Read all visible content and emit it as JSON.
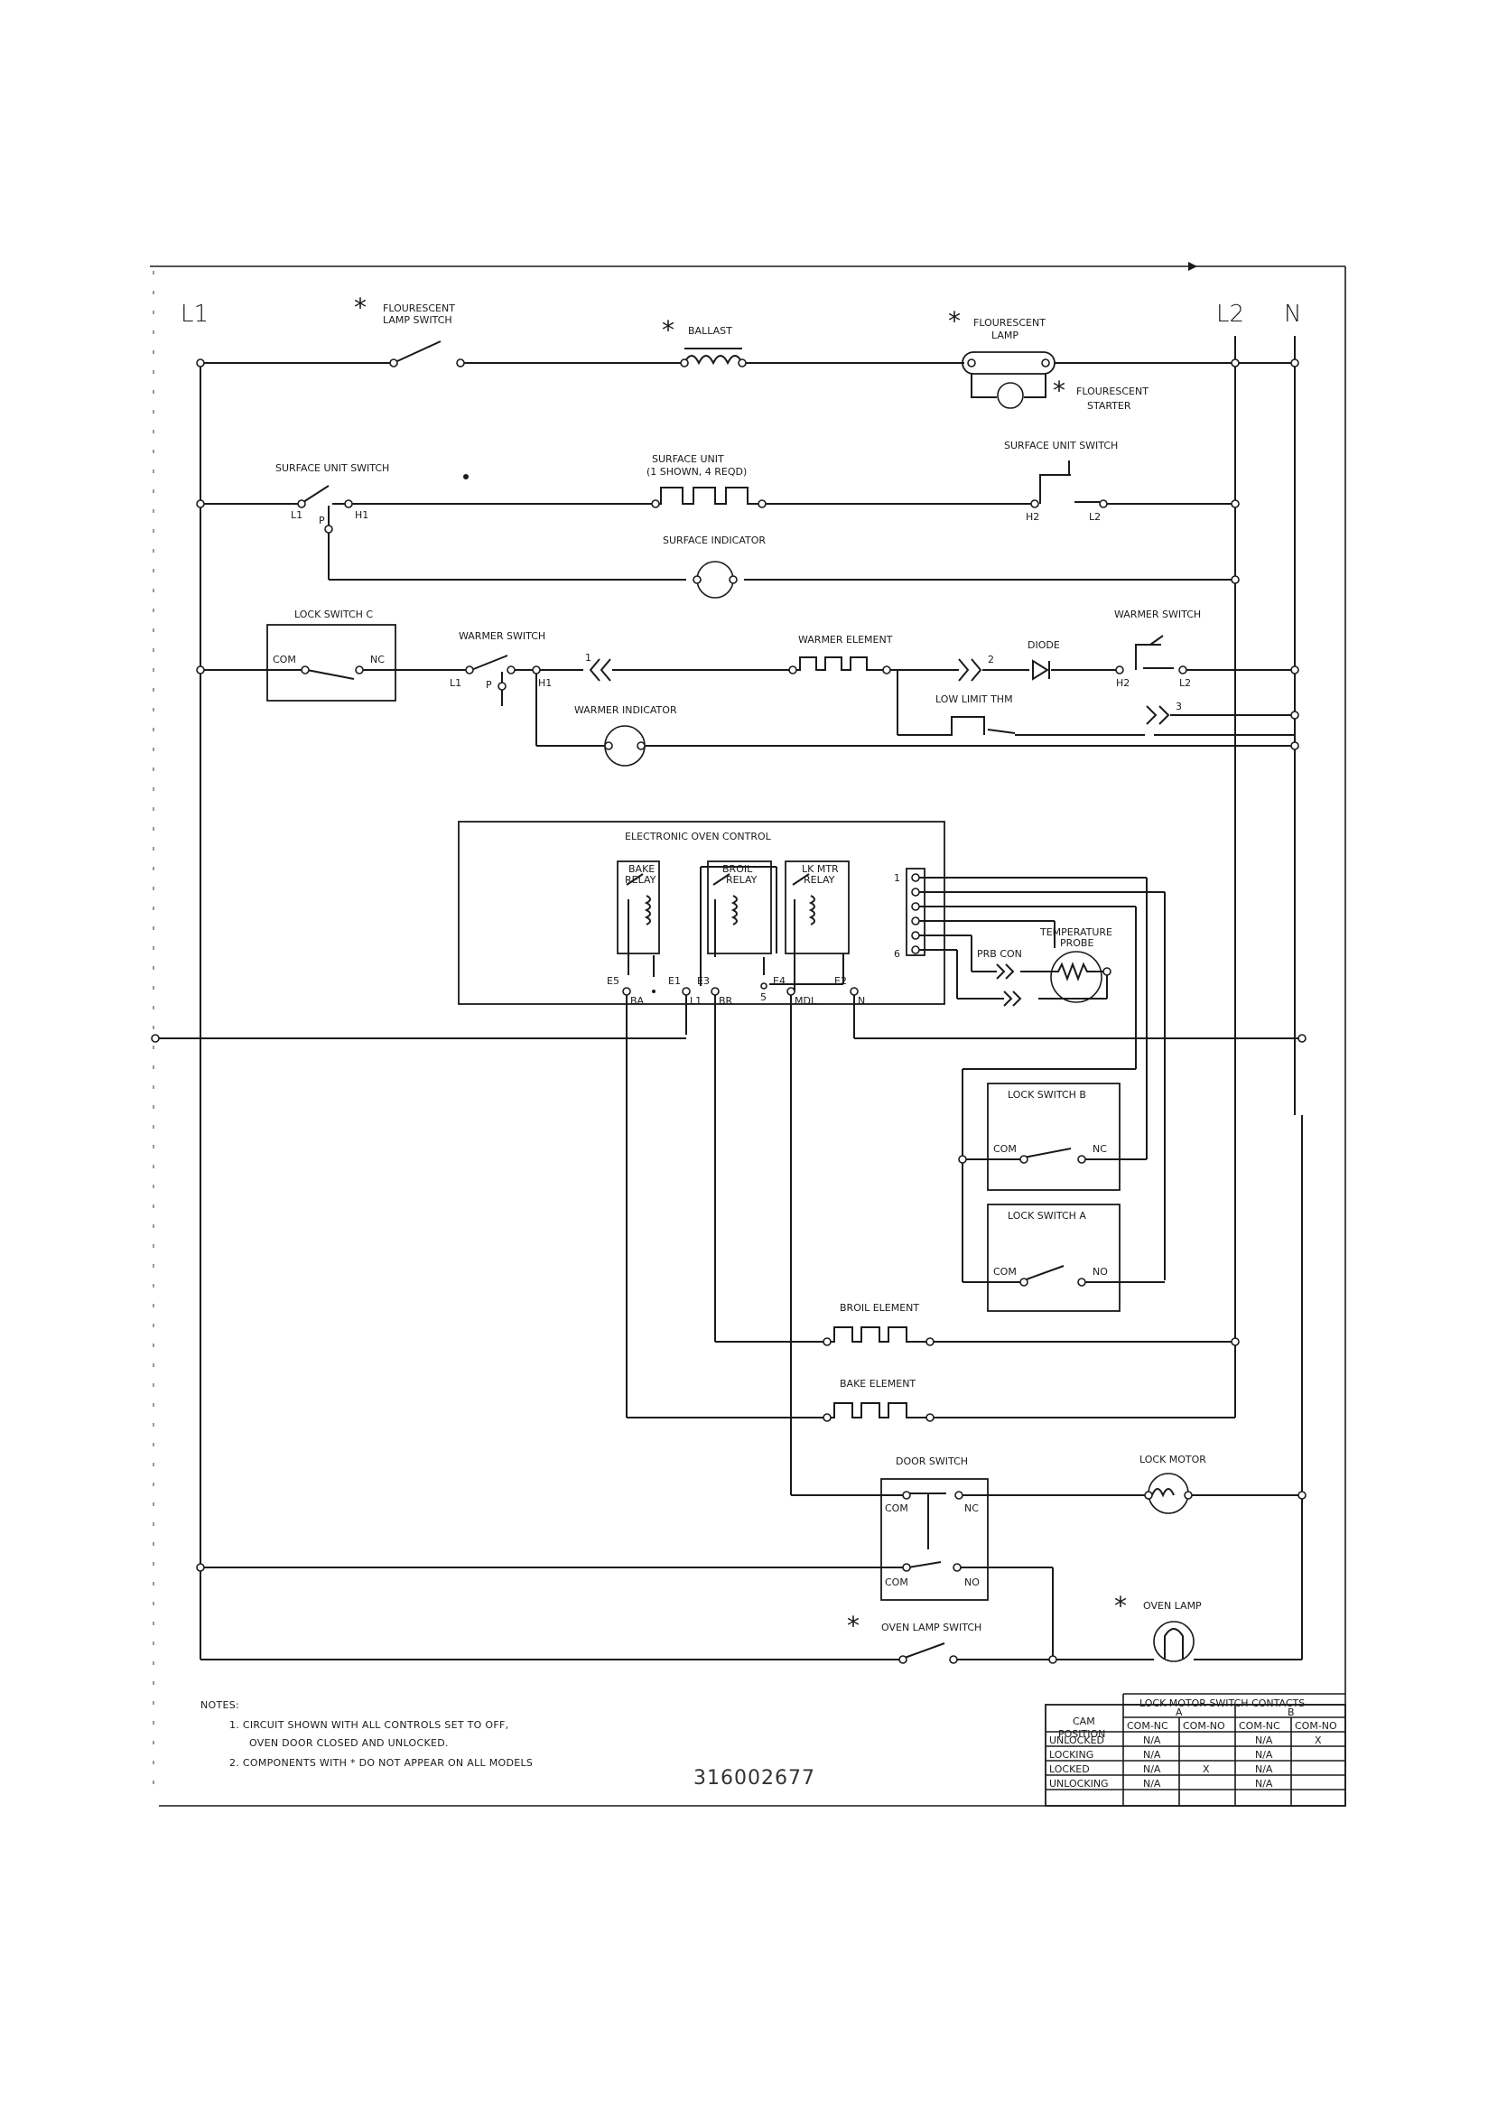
{
  "rails": {
    "l1": "L1",
    "l2": "L2",
    "n": "N"
  },
  "asterisk": "*",
  "row1": {
    "lamp_switch": [
      "FLOURESCENT",
      "LAMP SWITCH"
    ],
    "ballast": "BALLAST",
    "lamp": [
      "FLOURESCENT",
      "LAMP"
    ],
    "starter": [
      "FLOURESCENT",
      "STARTER"
    ]
  },
  "row2": {
    "surface_switch_left": "SURFACE UNIT SWITCH",
    "surface_unit": [
      "SURFACE UNIT",
      "(1 SHOWN, 4 REQD)"
    ],
    "surface_switch_right": "SURFACE UNIT SWITCH",
    "surface_indicator": "SURFACE INDICATOR",
    "terminals": {
      "l1": "L1",
      "h1": "H1",
      "p": "P",
      "h2": "H2",
      "l2": "L2"
    }
  },
  "row3": {
    "lock_switch_c": "LOCK SWITCH C",
    "com": "COM",
    "nc": "NC",
    "warmer_switch_left": "WARMER SWITCH",
    "warmer_element": "WARMER ELEMENT",
    "diode": "DIODE",
    "warmer_switch_right": "WARMER SWITCH",
    "low_limit": "LOW LIMIT THM",
    "warmer_indicator": "WARMER INDICATOR",
    "terminals": {
      "l1": "L1",
      "p": "P",
      "h1": "H1",
      "h2": "H2",
      "l2": "L2",
      "c1": "1",
      "c2": "2",
      "c3": "3"
    }
  },
  "eoc": {
    "title": "ELECTRONIC OVEN CONTROL",
    "bake_relay": [
      "BAKE",
      "RELAY"
    ],
    "broil_relay": [
      "BROIL",
      "RELAY"
    ],
    "lk_mtr_relay": [
      "LK MTR",
      "RELAY"
    ],
    "conn_top": "1",
    "conn_bottom": "6",
    "conn_5": "5",
    "terminals": [
      "E5",
      "E1",
      "E3",
      "E4",
      "E2"
    ],
    "pins": [
      "BA",
      "L1",
      "BR",
      "MDL",
      "N"
    ],
    "temp_probe": [
      "TEMPERATURE",
      "PROBE"
    ],
    "prb_con": "PRB CON"
  },
  "lock_switch_b": {
    "title": "LOCK SWITCH B",
    "com": "COM",
    "nc": "NC"
  },
  "lock_switch_a": {
    "title": "LOCK SWITCH A",
    "com": "COM",
    "no": "NO"
  },
  "broil_element": "BROIL ELEMENT",
  "bake_element": "BAKE ELEMENT",
  "door_switch": {
    "title": "DOOR SWITCH",
    "com": "COM",
    "nc": "NC",
    "no": "NO"
  },
  "lock_motor": "LOCK MOTOR",
  "oven_lamp": "OVEN LAMP",
  "oven_lamp_switch": "OVEN LAMP SWITCH",
  "notes": {
    "title": "NOTES:",
    "lines": [
      "1.  CIRCUIT SHOWN WITH ALL CONTROLS SET TO OFF,",
      "OVEN DOOR CLOSED AND UNLOCKED.",
      "2.  COMPONENTS WITH * DO NOT APPEAR ON ALL MODELS"
    ]
  },
  "part_number": "316002677",
  "table": {
    "title": "LOCK MOTOR SWITCH CONTACTS",
    "cam_position": [
      "CAM",
      "POSITION"
    ],
    "group_a": "A",
    "group_b": "B",
    "subheaders": [
      "COM-NC",
      "COM-NO",
      "COM-NC",
      "COM-NO"
    ],
    "rows": [
      {
        "pos": "UNLOCKED",
        "cells": [
          "N/A",
          "",
          "N/A",
          "X"
        ]
      },
      {
        "pos": "LOCKING",
        "cells": [
          "N/A",
          "",
          "N/A",
          ""
        ]
      },
      {
        "pos": "LOCKED",
        "cells": [
          "N/A",
          "X",
          "N/A",
          ""
        ]
      },
      {
        "pos": "UNLOCKING",
        "cells": [
          "N/A",
          "",
          "N/A",
          ""
        ]
      }
    ]
  }
}
